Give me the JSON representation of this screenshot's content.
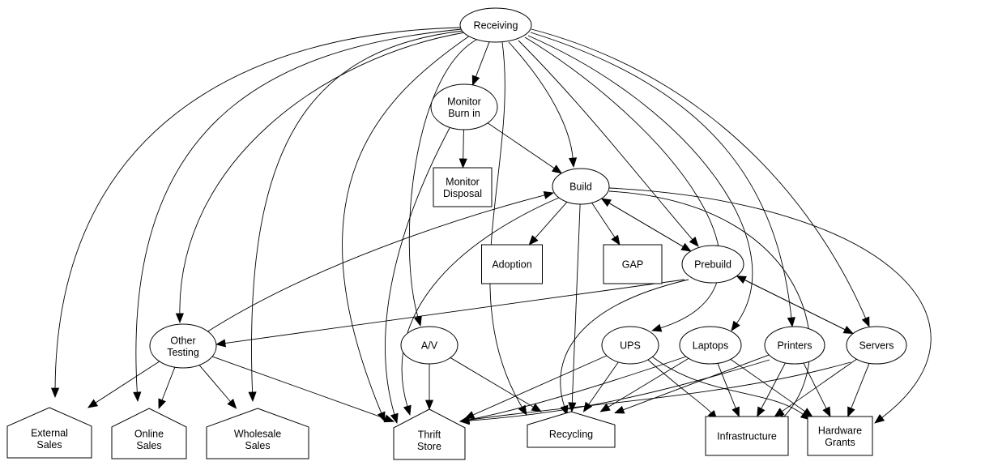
{
  "graph": {
    "type": "directed-flow",
    "colors": {
      "stroke": "#000000",
      "fill": "#ffffff",
      "text": "#000000"
    },
    "nodes": [
      {
        "id": "receiving",
        "label": [
          "Receiving"
        ],
        "shape": "ellipse"
      },
      {
        "id": "monitor_burn_in",
        "label": [
          "Monitor",
          "Burn in"
        ],
        "shape": "ellipse"
      },
      {
        "id": "monitor_disposal",
        "label": [
          "Monitor",
          "Disposal"
        ],
        "shape": "box"
      },
      {
        "id": "build",
        "label": [
          "Build"
        ],
        "shape": "ellipse"
      },
      {
        "id": "adoption",
        "label": [
          "Adoption"
        ],
        "shape": "box"
      },
      {
        "id": "gap",
        "label": [
          "GAP"
        ],
        "shape": "box"
      },
      {
        "id": "prebuild",
        "label": [
          "Prebuild"
        ],
        "shape": "ellipse"
      },
      {
        "id": "other_testing",
        "label": [
          "Other",
          "Testing"
        ],
        "shape": "ellipse"
      },
      {
        "id": "av",
        "label": [
          "A/V"
        ],
        "shape": "ellipse"
      },
      {
        "id": "ups",
        "label": [
          "UPS"
        ],
        "shape": "ellipse"
      },
      {
        "id": "laptops",
        "label": [
          "Laptops"
        ],
        "shape": "ellipse"
      },
      {
        "id": "printers",
        "label": [
          "Printers"
        ],
        "shape": "ellipse"
      },
      {
        "id": "servers",
        "label": [
          "Servers"
        ],
        "shape": "ellipse"
      },
      {
        "id": "external_sales",
        "label": [
          "External",
          "Sales"
        ],
        "shape": "house"
      },
      {
        "id": "online_sales",
        "label": [
          "Online",
          "Sales"
        ],
        "shape": "house"
      },
      {
        "id": "wholesale_sales",
        "label": [
          "Wholesale",
          "Sales"
        ],
        "shape": "house"
      },
      {
        "id": "thrift_store",
        "label": [
          "Thrift",
          "Store"
        ],
        "shape": "house"
      },
      {
        "id": "recycling",
        "label": [
          "Recycling"
        ],
        "shape": "house"
      },
      {
        "id": "infrastructure",
        "label": [
          "Infrastructure"
        ],
        "shape": "box"
      },
      {
        "id": "hardware_grants",
        "label": [
          "Hardware",
          "Grants"
        ],
        "shape": "box"
      }
    ],
    "edges": [
      [
        "receiving",
        "monitor_burn_in"
      ],
      [
        "receiving",
        "build"
      ],
      [
        "receiving",
        "prebuild"
      ],
      [
        "receiving",
        "other_testing"
      ],
      [
        "receiving",
        "av"
      ],
      [
        "receiving",
        "ups"
      ],
      [
        "receiving",
        "laptops"
      ],
      [
        "receiving",
        "printers"
      ],
      [
        "receiving",
        "servers"
      ],
      [
        "receiving",
        "external_sales"
      ],
      [
        "receiving",
        "online_sales"
      ],
      [
        "receiving",
        "wholesale_sales"
      ],
      [
        "receiving",
        "thrift_store"
      ],
      [
        "receiving",
        "recycling"
      ],
      [
        "monitor_burn_in",
        "monitor_disposal"
      ],
      [
        "monitor_burn_in",
        "build"
      ],
      [
        "monitor_burn_in",
        "thrift_store"
      ],
      [
        "build",
        "adoption"
      ],
      [
        "build",
        "gap"
      ],
      [
        "build",
        "prebuild"
      ],
      [
        "build",
        "recycling"
      ],
      [
        "build",
        "thrift_store"
      ],
      [
        "build",
        "infrastructure"
      ],
      [
        "build",
        "hardware_grants"
      ],
      [
        "prebuild",
        "build"
      ],
      [
        "prebuild",
        "other_testing"
      ],
      [
        "prebuild",
        "servers"
      ],
      [
        "prebuild",
        "recycling"
      ],
      [
        "servers",
        "prebuild"
      ],
      [
        "other_testing",
        "build"
      ],
      [
        "other_testing",
        "external_sales"
      ],
      [
        "other_testing",
        "online_sales"
      ],
      [
        "other_testing",
        "wholesale_sales"
      ],
      [
        "other_testing",
        "thrift_store"
      ],
      [
        "av",
        "thrift_store"
      ],
      [
        "av",
        "recycling"
      ],
      [
        "ups",
        "thrift_store"
      ],
      [
        "ups",
        "recycling"
      ],
      [
        "ups",
        "infrastructure"
      ],
      [
        "ups",
        "hardware_grants"
      ],
      [
        "laptops",
        "thrift_store"
      ],
      [
        "laptops",
        "recycling"
      ],
      [
        "laptops",
        "infrastructure"
      ],
      [
        "laptops",
        "hardware_grants"
      ],
      [
        "printers",
        "thrift_store"
      ],
      [
        "printers",
        "recycling"
      ],
      [
        "printers",
        "infrastructure"
      ],
      [
        "printers",
        "hardware_grants"
      ],
      [
        "servers",
        "thrift_store"
      ],
      [
        "servers",
        "infrastructure"
      ],
      [
        "servers",
        "hardware_grants"
      ]
    ]
  }
}
